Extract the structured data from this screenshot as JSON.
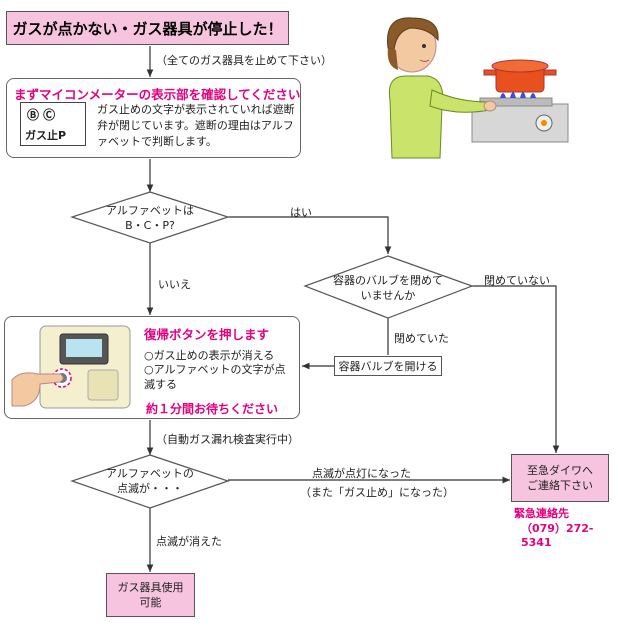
{
  "title": "ガスが点かない・ガス器具が停止した！",
  "note_stop_all": "（全てのガス器具を止めて下さい）",
  "check_meter": {
    "heading": "まずマイコンメーターの表示部を確認してください",
    "body": "ガス止めの文字が表示されていれば遮断弁が閉じています。遮断の理由はアルファベットで判断します。",
    "meter_letters": "Ⓑ Ⓒ",
    "meter_label": "ガス止P"
  },
  "decision_alpha": {
    "line1": "アルファベットは",
    "line2": "B・C・P?"
  },
  "label_yes": "はい",
  "label_no": "いいえ",
  "decision_valve": {
    "line1": "容器のバルブを閉めて",
    "line2": "いませんか"
  },
  "label_not_closed": "閉めていない",
  "label_closed": "閉めていた",
  "open_valve": "容器バルブを開ける",
  "reset": {
    "heading": "復帰ボタンを押します",
    "item1": "○ガス止めの表示が消える",
    "item2": "○アルファベットの文字が点滅する",
    "wait": "約１分間お待ちください"
  },
  "note_auto_check": "（自動ガス漏れ検査実行中）",
  "decision_blink": {
    "line1": "アルファベットの",
    "line2": "点滅が・・・"
  },
  "label_lit": "点滅が点灯になった",
  "label_lit_sub": "（また「ガス止め」になった）",
  "label_gone": "点滅が消えた",
  "emergency": {
    "line1": "至急ダイワへ",
    "line2": "ご連絡下さい"
  },
  "contact": {
    "title": "緊急連絡先",
    "phone": "（079）272-5341"
  },
  "usable": {
    "line1": "ガス器具使用",
    "line2": "可能"
  },
  "colors": {
    "pink_fill": "#f7c4e0",
    "accent": "#e4007f",
    "flame": "#3b4fd8",
    "pot": "#e8501e",
    "shirt": "#c9e36b"
  }
}
